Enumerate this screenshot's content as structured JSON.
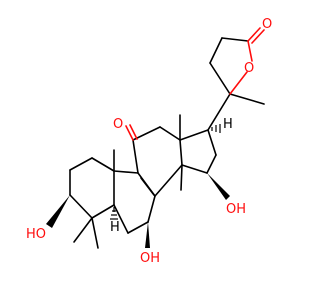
{
  "molecule": {
    "atom_labels": {
      "ketone_o": "O",
      "lactone_carbonyl_o": "O",
      "lactone_ring_o": "O",
      "oh_c3": "HO",
      "oh_c7": "OH",
      "oh_c15": "OH",
      "h_c5": "H",
      "h_c17": "H"
    },
    "colors": {
      "bond": "#000000",
      "oxygen": "#ff0d0d"
    }
  }
}
